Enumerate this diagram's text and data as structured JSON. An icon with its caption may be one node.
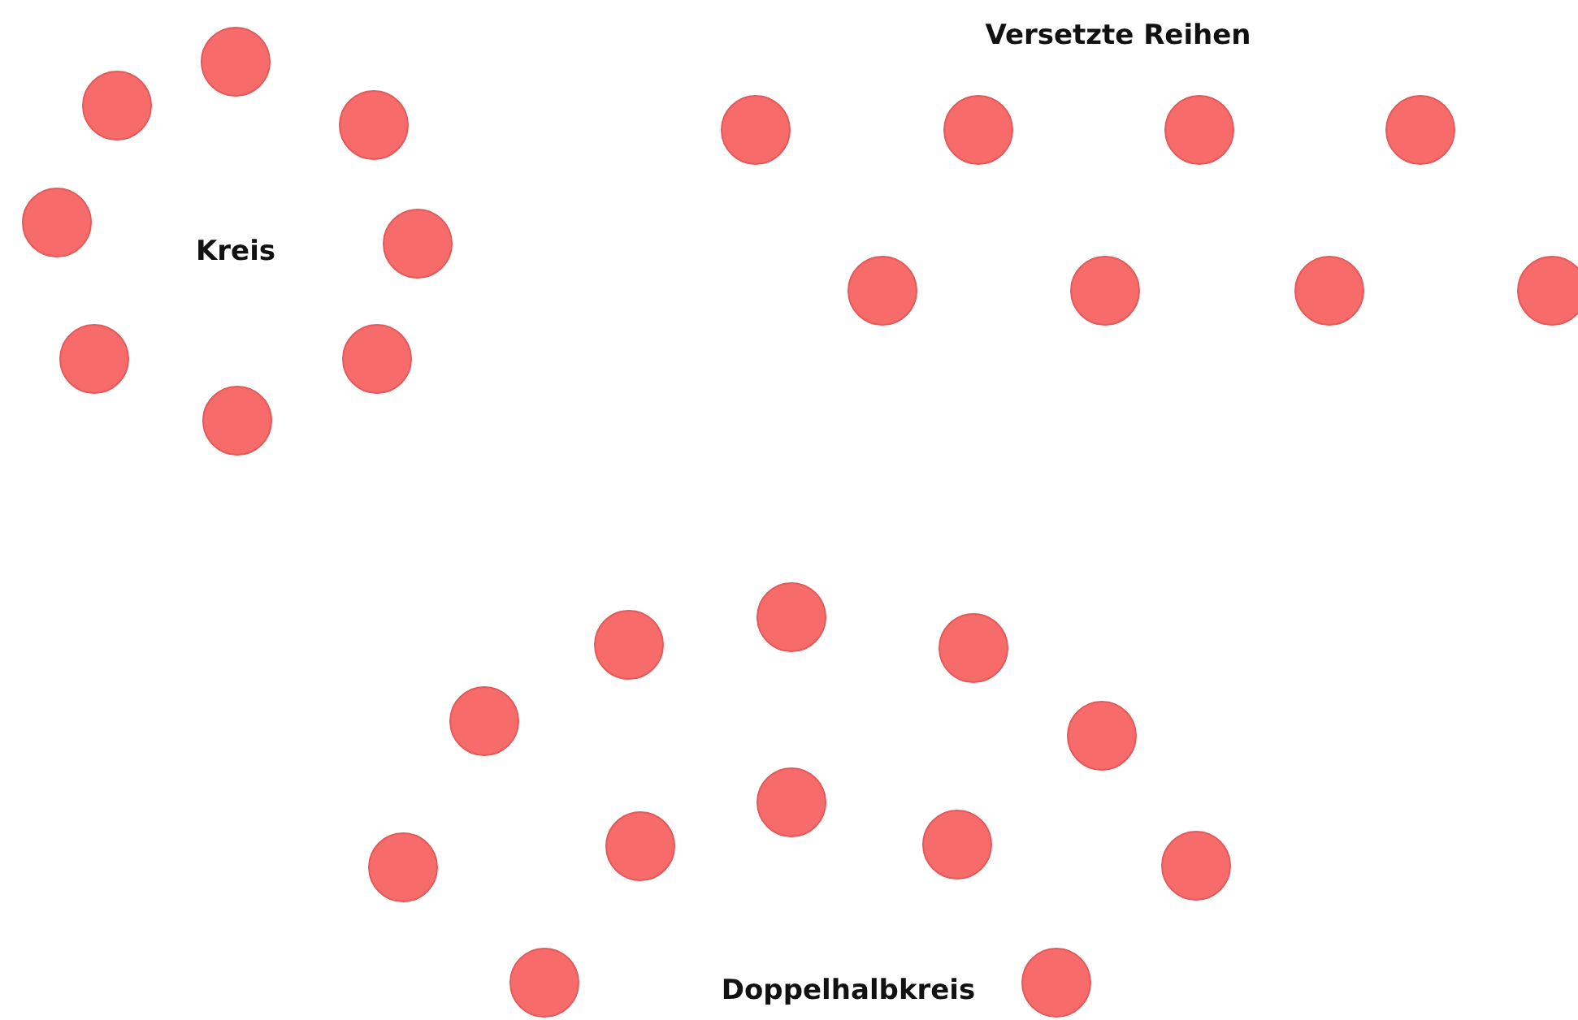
{
  "diagram": {
    "labels": [
      "Versetzte Reihen",
      "Kreis",
      "Doppelhalbkreis"
    ]
  }
}
